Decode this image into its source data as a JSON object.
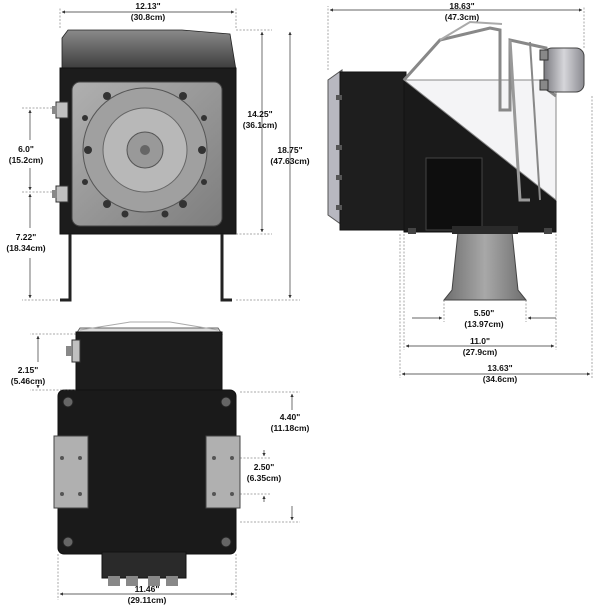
{
  "colors": {
    "body_dark": "#1c1c1c",
    "body_mid": "#3a3a3a",
    "panel_gray": "#9a9a9a",
    "metal_light": "#c8c8cc",
    "dimension_line": "#333333"
  },
  "front_view": {
    "width": {
      "in": "12.13\"",
      "cm": "(30.8cm)"
    },
    "body_height": {
      "in": "14.25\"",
      "cm": "(36.1cm)"
    },
    "total_height": {
      "in": "18.75\"",
      "cm": "(47.63cm)"
    },
    "connector_spacing": {
      "in": "6.0\"",
      "cm": "(15.2cm)"
    },
    "leg_height": {
      "in": "7.22\"",
      "cm": "(18.34cm)"
    }
  },
  "side_view": {
    "total_length": {
      "in": "18.63\"",
      "cm": "(47.3cm)"
    },
    "stand_width": {
      "in": "5.50\"",
      "cm": "(13.97cm)"
    },
    "body_length": {
      "in": "11.0\"",
      "cm": "(27.9cm)"
    },
    "overall_length": {
      "in": "13.63\"",
      "cm": "(34.6cm)"
    }
  },
  "top_view": {
    "connector_offset": {
      "in": "2.15\"",
      "cm": "(5.46cm)"
    },
    "bracket_spacing": {
      "in": "4.40\"",
      "cm": "(11.18cm)"
    },
    "hole_spacing": {
      "in": "2.50\"",
      "cm": "(6.35cm)"
    },
    "width": {
      "in": "11.46\"",
      "cm": "(29.11cm)"
    }
  }
}
